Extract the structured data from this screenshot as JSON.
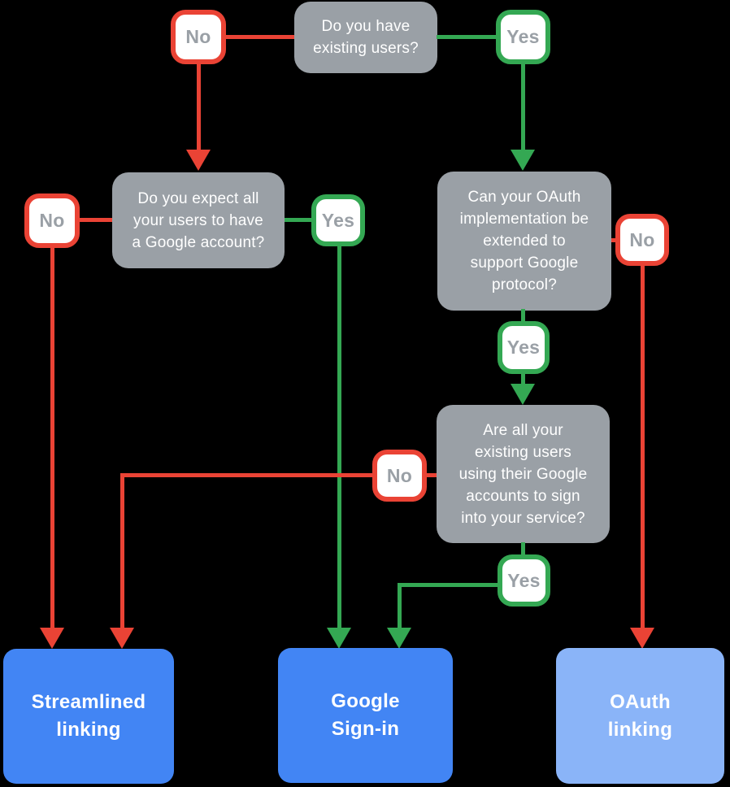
{
  "flowchart": {
    "colors": {
      "background": "#000000",
      "gray_box": "#9AA0A6",
      "box_text": "#FFFFFF",
      "badge_bg": "#FFFFFF",
      "badge_text": "#9AA0A6",
      "red": "#EA4335",
      "green": "#34A853",
      "blue": "#4285F4",
      "light_blue": "#8AB4F8"
    },
    "labels": {
      "no": "No",
      "yes": "Yes"
    },
    "nodes": {
      "q1": {
        "text": "Do you have\nexisting users?"
      },
      "q2": {
        "text": "Do you expect all\nyour users to have\na Google account?"
      },
      "q3": {
        "text": "Can your OAuth\nimplementation be\nextended to\nsupport Google\nprotocol?"
      },
      "q4": {
        "text": "Are all your\nexisting users\nusing their Google\naccounts to sign\ninto your service?"
      }
    },
    "outcomes": {
      "streamlined": {
        "label": "Streamlined\nlinking"
      },
      "google_signin": {
        "label": "Google\nSign-in"
      },
      "oauth": {
        "label": "OAuth\nlinking"
      }
    }
  }
}
